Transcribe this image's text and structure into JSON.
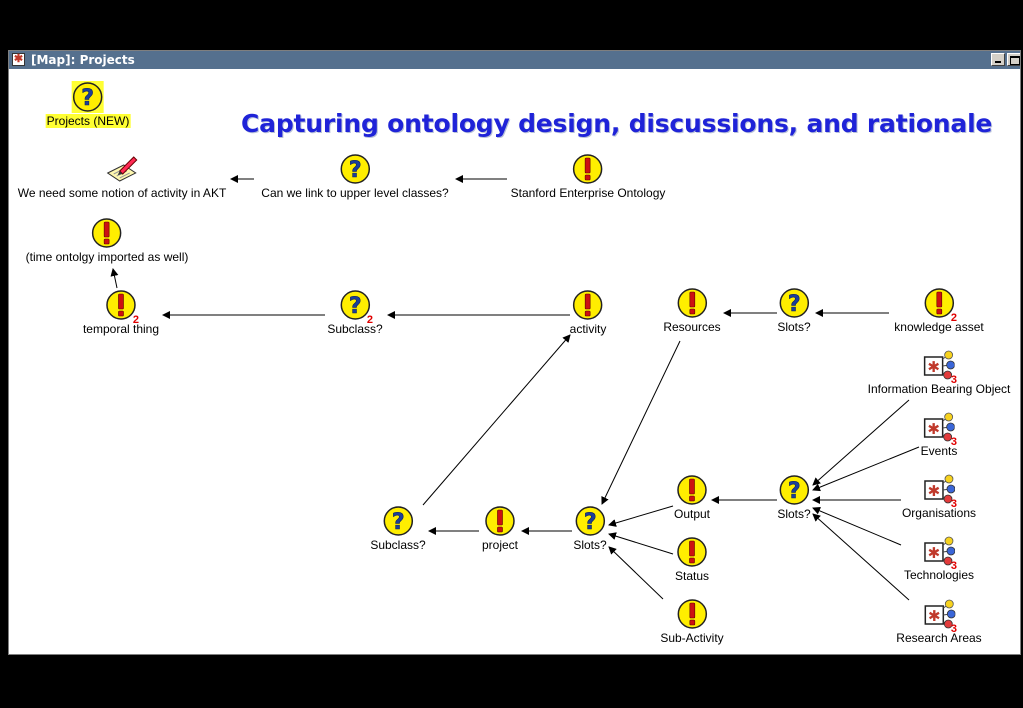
{
  "window": {
    "title": "[Map]: Projects"
  },
  "heading": "Capturing ontology design, discussions, and rationale",
  "colors": {
    "titlebar": "#55708e",
    "heading": "#1f23d8",
    "icon_yellow": "#ffee00",
    "icon_question_glyph": "#1b3e9a",
    "icon_exclaim_glyph": "#cc1111",
    "badge": "#e00000",
    "highlight": "#ffff33"
  },
  "nodes": {
    "projects_new": {
      "label": "Projects (NEW)",
      "icon": "question-icon"
    },
    "need_activity": {
      "label": "We need some notion of activity in AKT",
      "icon": "note-pen-icon"
    },
    "can_we_link": {
      "label": "Can we link to upper level classes?",
      "icon": "question-icon"
    },
    "stanford": {
      "label": "Stanford Enterprise Ontology",
      "icon": "exclamation-icon"
    },
    "time_ontology": {
      "label": "(time ontolgy imported as well)",
      "icon": "exclamation-icon"
    },
    "temporal_thing": {
      "label": "temporal thing",
      "icon": "exclamation-icon",
      "badge": "2"
    },
    "subclass_top": {
      "label": "Subclass?",
      "icon": "question-icon",
      "badge": "2"
    },
    "activity": {
      "label": "activity",
      "icon": "exclamation-icon"
    },
    "resources": {
      "label": "Resources",
      "icon": "exclamation-icon"
    },
    "slots_top": {
      "label": "Slots?",
      "icon": "question-icon"
    },
    "knowledge_asset": {
      "label": "knowledge asset",
      "icon": "exclamation-icon",
      "badge": "2"
    },
    "info_bearing": {
      "label": "Information Bearing Object",
      "icon": "map-icon",
      "badge": "3"
    },
    "events": {
      "label": "Events",
      "icon": "map-icon",
      "badge": "3"
    },
    "organisations": {
      "label": "Organisations",
      "icon": "map-icon",
      "badge": "3"
    },
    "technologies": {
      "label": "Technologies",
      "icon": "map-icon",
      "badge": "3"
    },
    "research_areas": {
      "label": "Research Areas",
      "icon": "map-icon",
      "badge": "3"
    },
    "slots_right": {
      "label": "Slots?",
      "icon": "question-icon"
    },
    "output": {
      "label": "Output",
      "icon": "exclamation-icon"
    },
    "status": {
      "label": "Status",
      "icon": "exclamation-icon"
    },
    "sub_activity": {
      "label": "Sub-Activity",
      "icon": "exclamation-icon"
    },
    "slots_bottom": {
      "label": "Slots?",
      "icon": "question-icon"
    },
    "project": {
      "label": "project",
      "icon": "exclamation-icon"
    },
    "subclass_bottom": {
      "label": "Subclass?",
      "icon": "question-icon"
    }
  }
}
